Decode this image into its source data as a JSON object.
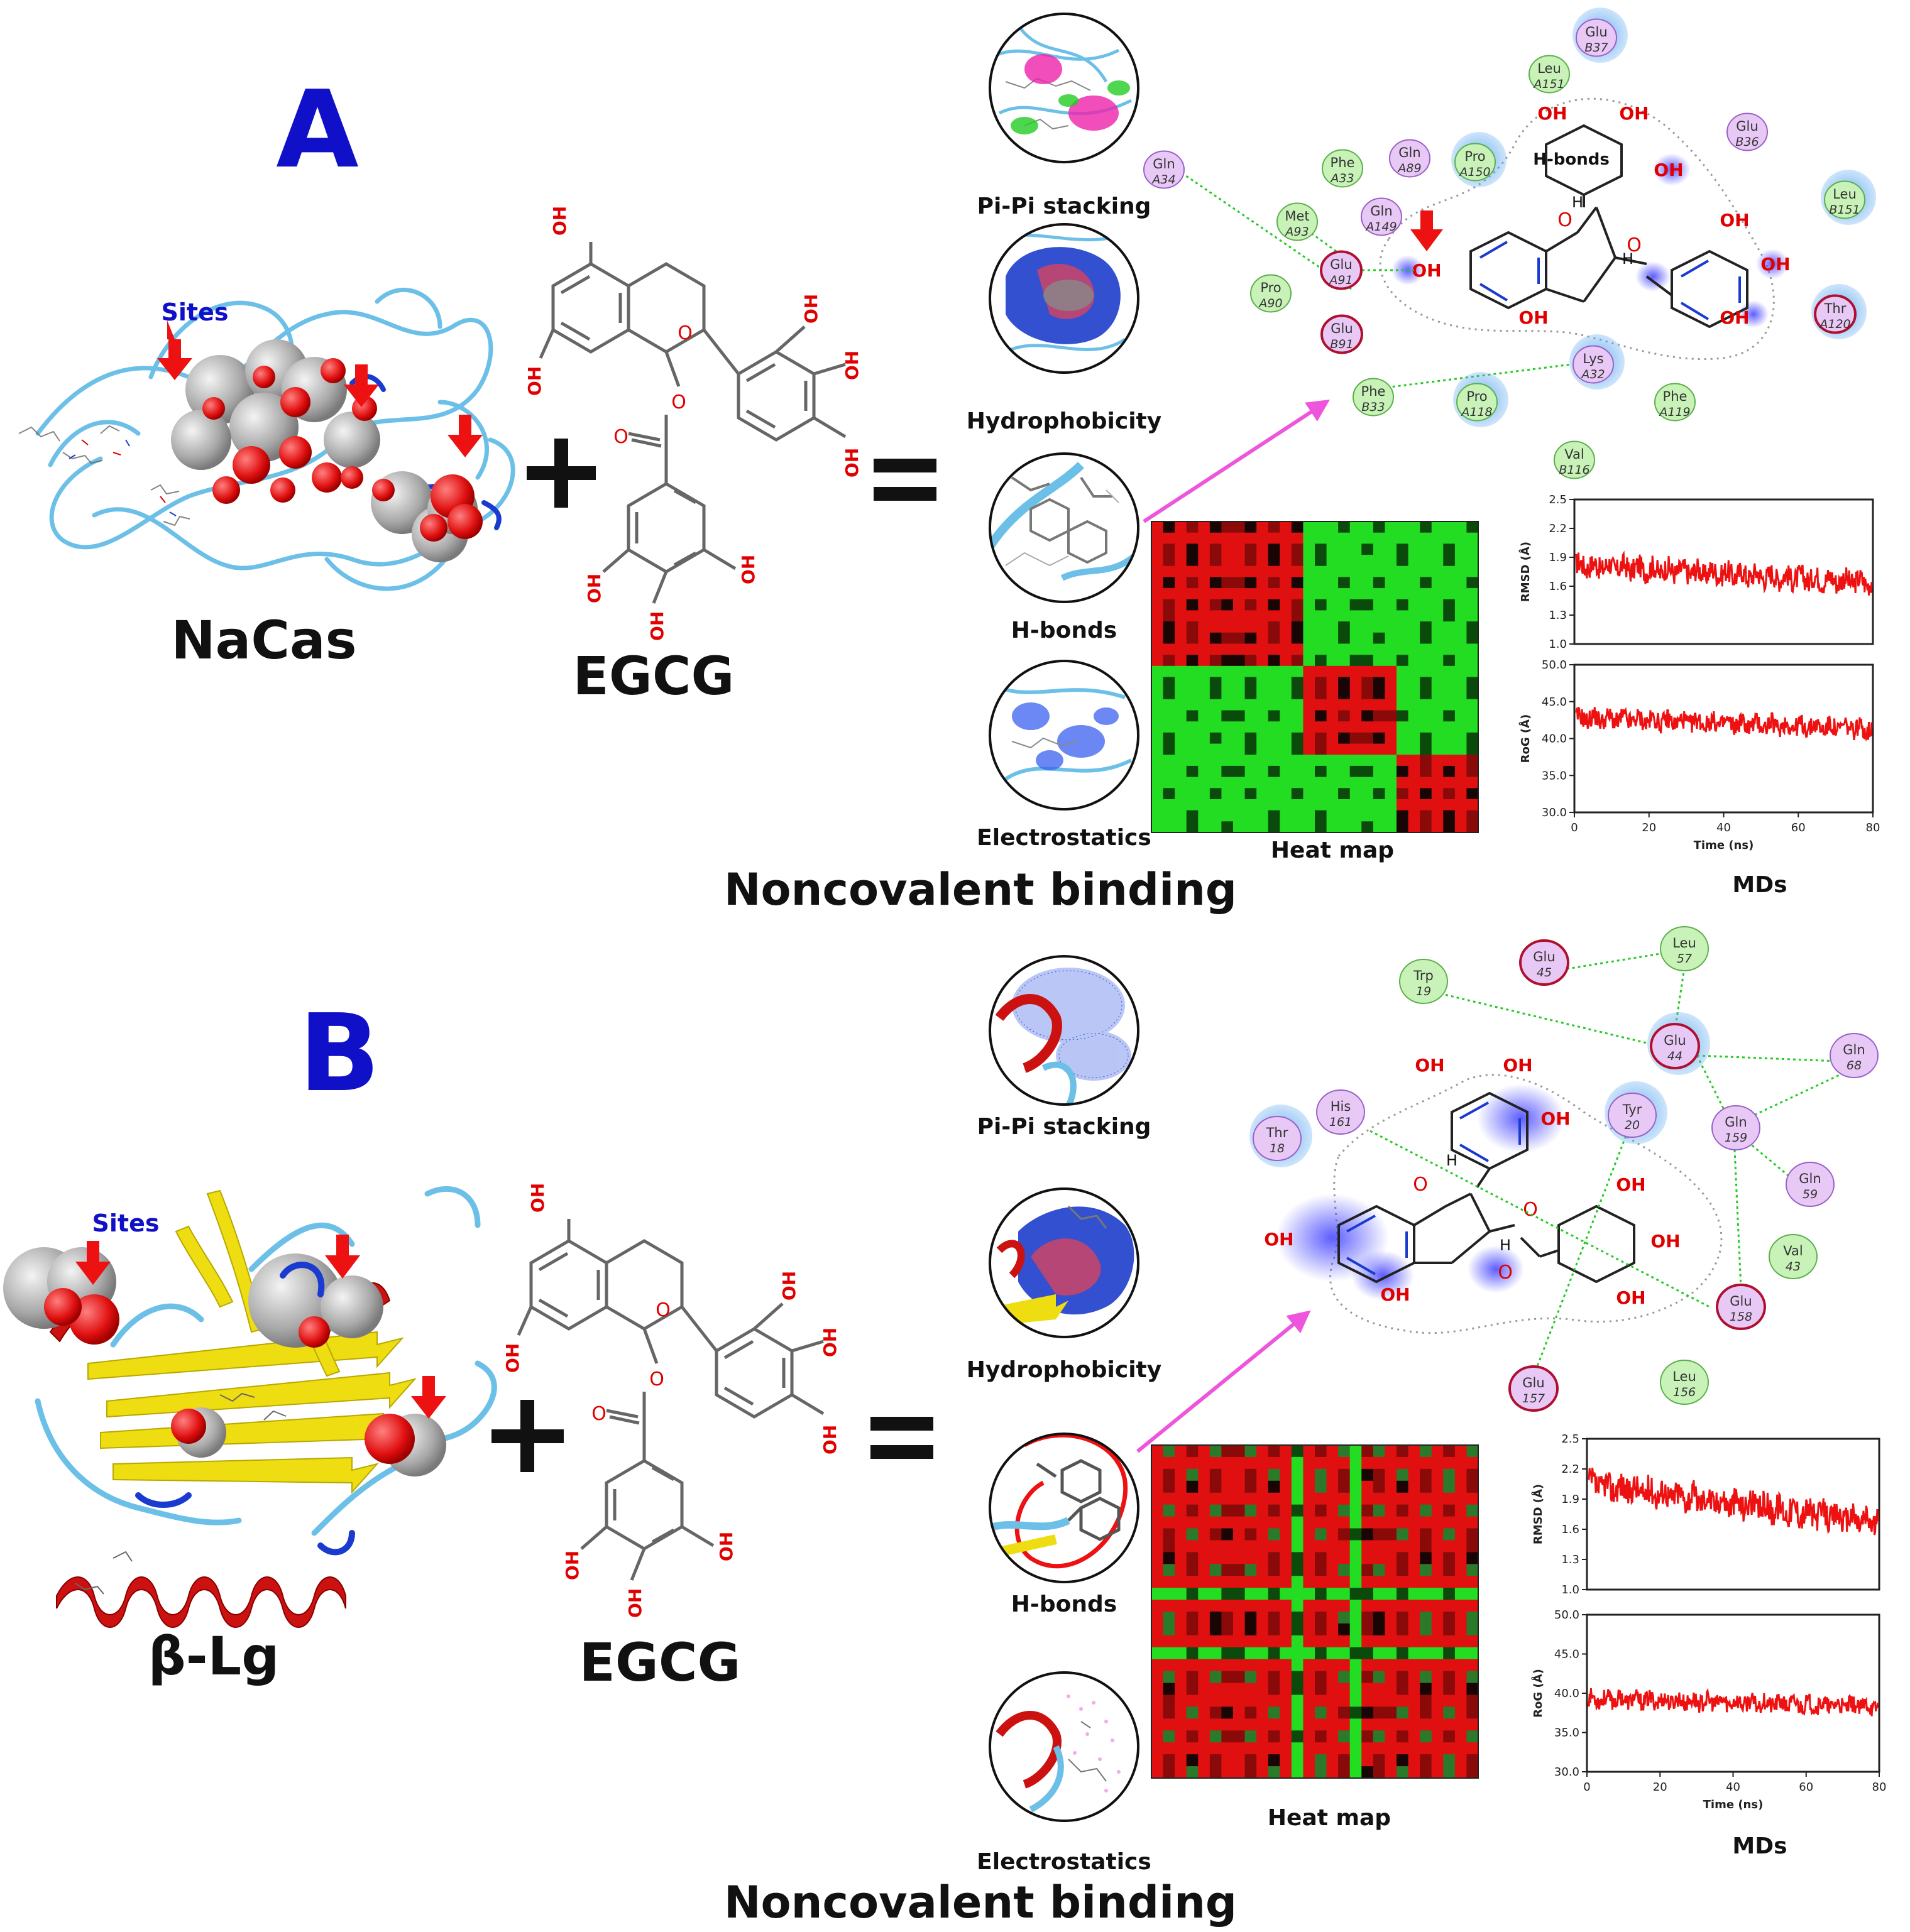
{
  "panels": [
    {
      "letter": "A",
      "protein": "NaCas",
      "sites_label": "Sites",
      "ligand": "EGCG",
      "noncovalent_title": "Noncovalent binding",
      "interactions": [
        "Pi-Pi stacking",
        "Hydrophobicity",
        "H-bonds",
        "Electrostatics"
      ],
      "heatmap_label": "Heat map",
      "md_label": "MDs",
      "diagram_hbonds_label": "H-bonds",
      "residues": [
        {
          "name": "Glu",
          "num": "B37",
          "type": "polar"
        },
        {
          "name": "Leu",
          "num": "A151",
          "type": "hydrophobic"
        },
        {
          "name": "Glu",
          "num": "B36",
          "type": "polar"
        },
        {
          "name": "Gln",
          "num": "A34",
          "type": "polar"
        },
        {
          "name": "Phe",
          "num": "A33",
          "type": "hydrophobic"
        },
        {
          "name": "Gln",
          "num": "A89",
          "type": "polar"
        },
        {
          "name": "Pro",
          "num": "A150",
          "type": "hydrophobic"
        },
        {
          "name": "Leu",
          "num": "B151",
          "type": "hydrophobic"
        },
        {
          "name": "Met",
          "num": "A93",
          "type": "hydrophobic"
        },
        {
          "name": "Gln",
          "num": "A149",
          "type": "polar"
        },
        {
          "name": "Glu",
          "num": "A91",
          "type": "charged"
        },
        {
          "name": "Pro",
          "num": "A90",
          "type": "hydrophobic"
        },
        {
          "name": "Glu",
          "num": "B91",
          "type": "charged"
        },
        {
          "name": "Thr",
          "num": "A120",
          "type": "charged"
        },
        {
          "name": "Lys",
          "num": "A32",
          "type": "polar"
        },
        {
          "name": "Phe",
          "num": "B33",
          "type": "hydrophobic"
        },
        {
          "name": "Pro",
          "num": "A118",
          "type": "hydrophobic"
        },
        {
          "name": "Phe",
          "num": "A119",
          "type": "hydrophobic"
        },
        {
          "name": "Val",
          "num": "B116",
          "type": "hydrophobic"
        }
      ],
      "charts": [
        {
          "ylabel": "RMSD (Å)",
          "yticks": [
            "2.5",
            "2.2",
            "1.9",
            "1.6",
            "1.3",
            "1.0"
          ],
          "ylim": [
            1.0,
            2.5
          ],
          "mean": 1.82,
          "drift": -0.18,
          "noise": 0.12,
          "xticks": []
        },
        {
          "ylabel": "RoG (Å)",
          "yticks": [
            "50.0",
            "45.0",
            "40.0",
            "35.0",
            "30.0"
          ],
          "ylim": [
            30.0,
            50.0
          ],
          "mean": 42.8,
          "drift": -1.5,
          "noise": 1.3,
          "xticks": [
            "0",
            "20",
            "40",
            "60",
            "80"
          ],
          "xlabel": "Time (ns)"
        }
      ]
    },
    {
      "letter": "B",
      "protein": "β-Lg",
      "sites_label": "Sites",
      "ligand": "EGCG",
      "noncovalent_title": "Noncovalent binding",
      "interactions": [
        "Pi-Pi stacking",
        "Hydrophobicity",
        "H-bonds",
        "Electrostatics"
      ],
      "heatmap_label": "Heat map",
      "md_label": "MDs",
      "residues": [
        {
          "name": "Glu",
          "num": "45",
          "type": "charged"
        },
        {
          "name": "Leu",
          "num": "57",
          "type": "hydrophobic"
        },
        {
          "name": "Trp",
          "num": "19",
          "type": "hydrophobic"
        },
        {
          "name": "Glu",
          "num": "44",
          "type": "charged"
        },
        {
          "name": "Gln",
          "num": "68",
          "type": "polar"
        },
        {
          "name": "His",
          "num": "161",
          "type": "polar"
        },
        {
          "name": "Tyr",
          "num": "20",
          "type": "polar"
        },
        {
          "name": "Gln",
          "num": "159",
          "type": "polar"
        },
        {
          "name": "Thr",
          "num": "18",
          "type": "polar"
        },
        {
          "name": "Gln",
          "num": "59",
          "type": "polar"
        },
        {
          "name": "Val",
          "num": "43",
          "type": "hydrophobic"
        },
        {
          "name": "Glu",
          "num": "158",
          "type": "charged"
        },
        {
          "name": "Glu",
          "num": "157",
          "type": "charged"
        },
        {
          "name": "Leu",
          "num": "156",
          "type": "hydrophobic"
        }
      ],
      "charts": [
        {
          "ylabel": "RMSD (Å)",
          "yticks": [
            "2.5",
            "2.2",
            "1.9",
            "1.6",
            "1.3",
            "1.0"
          ],
          "ylim": [
            1.0,
            2.5
          ],
          "mean": 2.05,
          "drift": -0.38,
          "noise": 0.14,
          "xticks": []
        },
        {
          "ylabel": "RoG (Å)",
          "yticks": [
            "50.0",
            "45.0",
            "40.0",
            "35.0",
            "30.0"
          ],
          "ylim": [
            30.0,
            50.0
          ],
          "mean": 39.3,
          "drift": -1.0,
          "noise": 1.1,
          "xticks": [
            "0",
            "20",
            "40",
            "60",
            "80"
          ],
          "xlabel": "Time (ns)"
        }
      ]
    }
  ],
  "egcg_oh": "OH",
  "egcg_o": "O",
  "colors": {
    "letter": "#1010c8",
    "sites": "#1010c8",
    "trace": "#ee1111",
    "heat_red": "#e01010",
    "heat_green": "#22dd22",
    "ribbon": "#6cc0e8",
    "helix": "#cc1111",
    "sheet": "#eedd11",
    "arrow": "#ee55dd"
  }
}
